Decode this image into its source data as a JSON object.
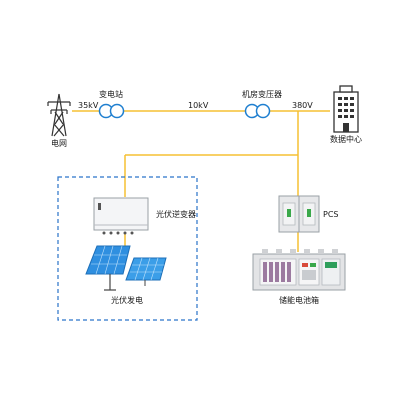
{
  "diagram": {
    "nodes": {
      "grid": "电网",
      "substation": "变电站",
      "machine_room_transformer": "机房变压器",
      "data_center": "数据中心",
      "pv_inverter": "光伏逆变器",
      "pv_generation": "光伏发电",
      "pcs": "PCS",
      "storage_cabinet": "储能电池箱"
    },
    "voltages": {
      "v35": "35kV",
      "v10": "10kV",
      "v380": "380V"
    }
  },
  "colors": {
    "power_line": "#f5c033",
    "transformer": "#1f7fd0",
    "pv_box_border": "#2a73c9",
    "solar_panel": "#2f8fe0"
  }
}
